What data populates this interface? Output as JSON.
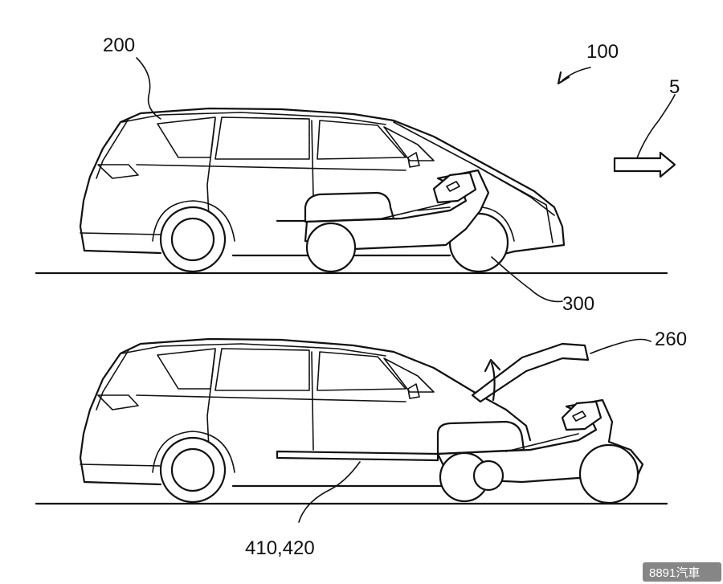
{
  "labels": {
    "vehicle_system": "100",
    "car_top": "200",
    "direction": "5",
    "motorbike": "300",
    "hood": "260",
    "rails": "410,420"
  },
  "watermark": "8891汽車"
}
